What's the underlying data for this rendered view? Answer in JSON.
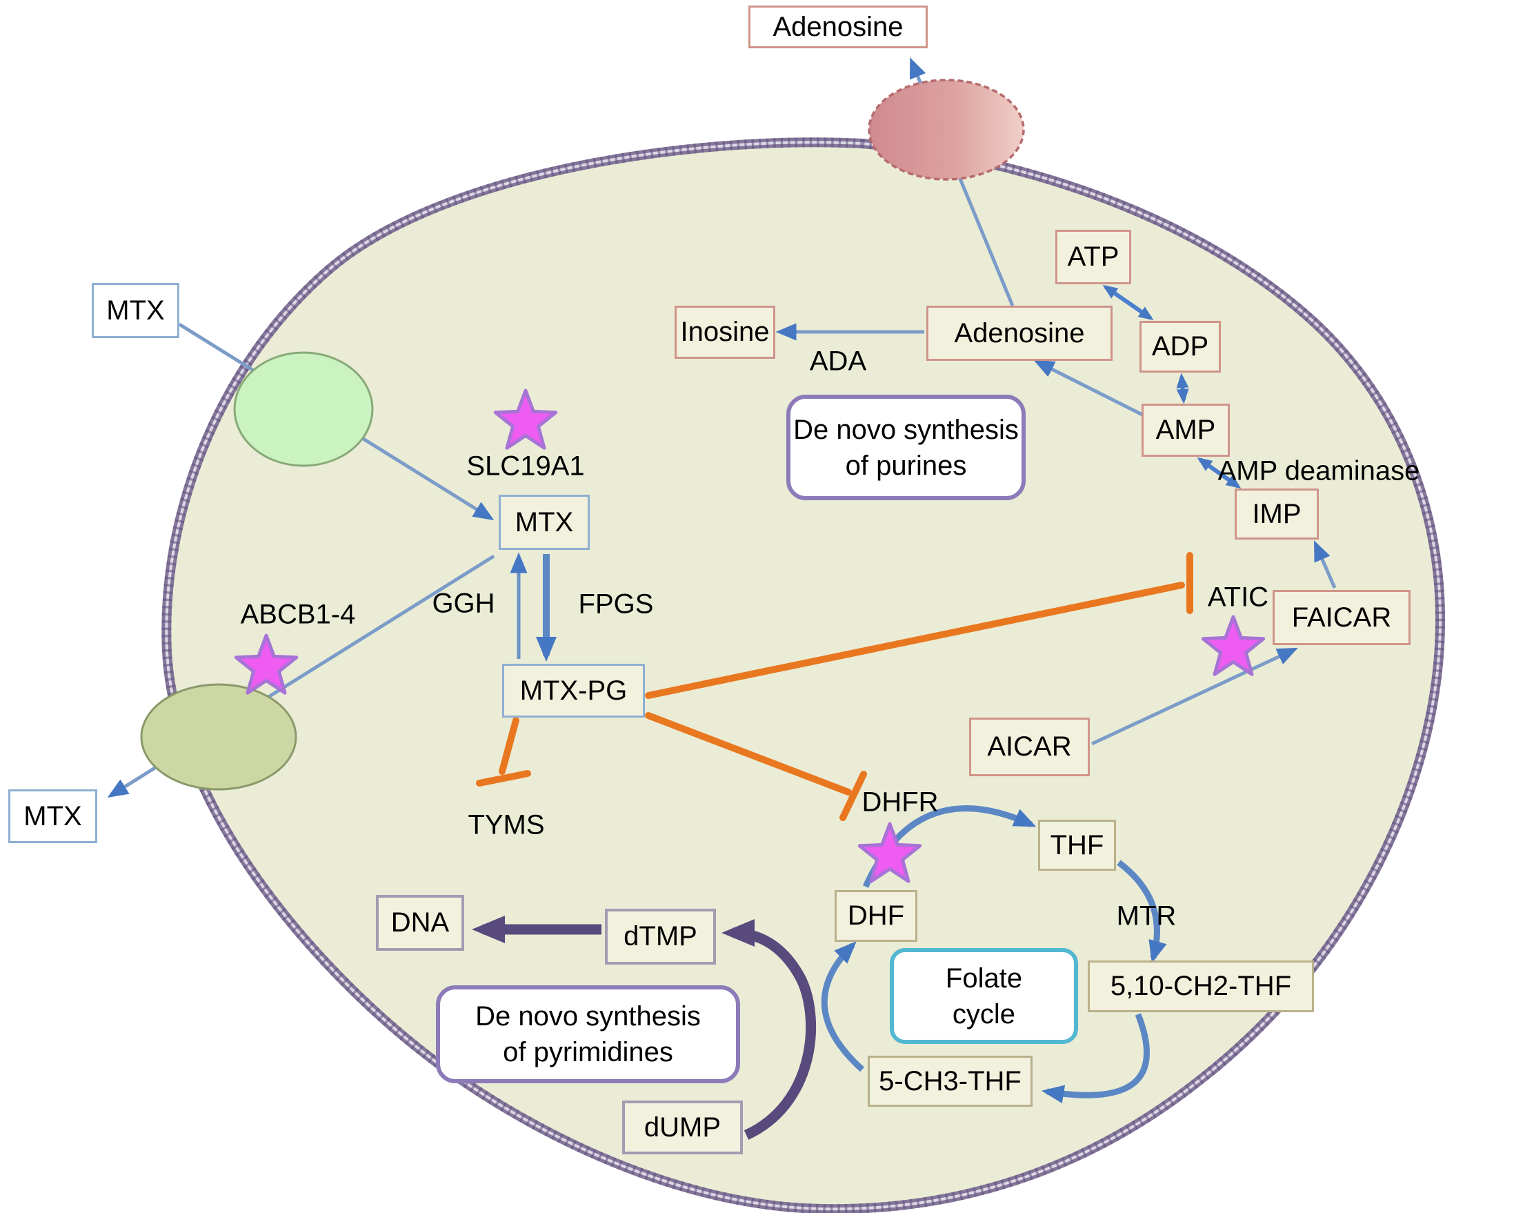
{
  "figure": "Methotrexate intracellular pathway diagram",
  "nodes": {
    "mtx_extracellular_top": "MTX",
    "mtx_intracellular": "MTX",
    "mtx_pg": "MTX-PG",
    "mtx_extracellular_bottom": "MTX",
    "adenosine_extracellular": "Adenosine",
    "adenosine_intracellular": "Adenosine",
    "inosine": "Inosine",
    "atp": "ATP",
    "adp": "ADP",
    "amp": "AMP",
    "imp": "IMP",
    "faicar": "FAICAR",
    "aicar": "AICAR",
    "dhf": "DHF",
    "thf": "THF",
    "ch2_thf": "5,10-CH2-THF",
    "ch3_thf": "5-CH3-THF",
    "dtmp": "dTMP",
    "dna": "DNA",
    "dump": "dUMP"
  },
  "enzymes": {
    "slc19a1": "SLC19A1",
    "abcb": "ABCB1-4",
    "ggh": "GGH",
    "fpgs": "FPGS",
    "ada": "ADA",
    "amp_deaminase": "AMP deaminase",
    "atic": "ATIC",
    "tyms": "TYMS",
    "dhfr": "DHFR",
    "mtr": "MTR"
  },
  "callouts": {
    "purines": {
      "line1": "De novo synthesis",
      "line2": "of purines"
    },
    "pyrimidines": {
      "line1": "De novo synthesis",
      "line2": "of pyrimidines"
    },
    "folate": {
      "line1": "Folate",
      "line2": "cycle"
    }
  },
  "colors": {
    "cell_fill": "#ebecd6",
    "membrane": "#847699",
    "inhibition_orange": "#e8771f",
    "polymorphism_star": "#ee5cf2",
    "arrow_blue": "#4577c2",
    "line_blue": "#7b9cc8",
    "folate_arc_blue": "#5b87c5",
    "thick_purple_arrow": "#584a7c",
    "salmon_box_border": "#cf9489",
    "blue_box_border": "#8fafd2",
    "tan_box_border": "#b9b18a",
    "gray_box_border": "#a29cb2",
    "callout_purple_border": "#8d7ab8",
    "folate_callout_border": "#52b7d0",
    "transporter_pink": "#d98f93",
    "transporter_green": "#cbf3c2",
    "transporter_olive": "#cdd7a4"
  },
  "legend_semantics": {
    "star": "polymorphism marker",
    "orange_bar": "inhibition by MTX-PG"
  }
}
